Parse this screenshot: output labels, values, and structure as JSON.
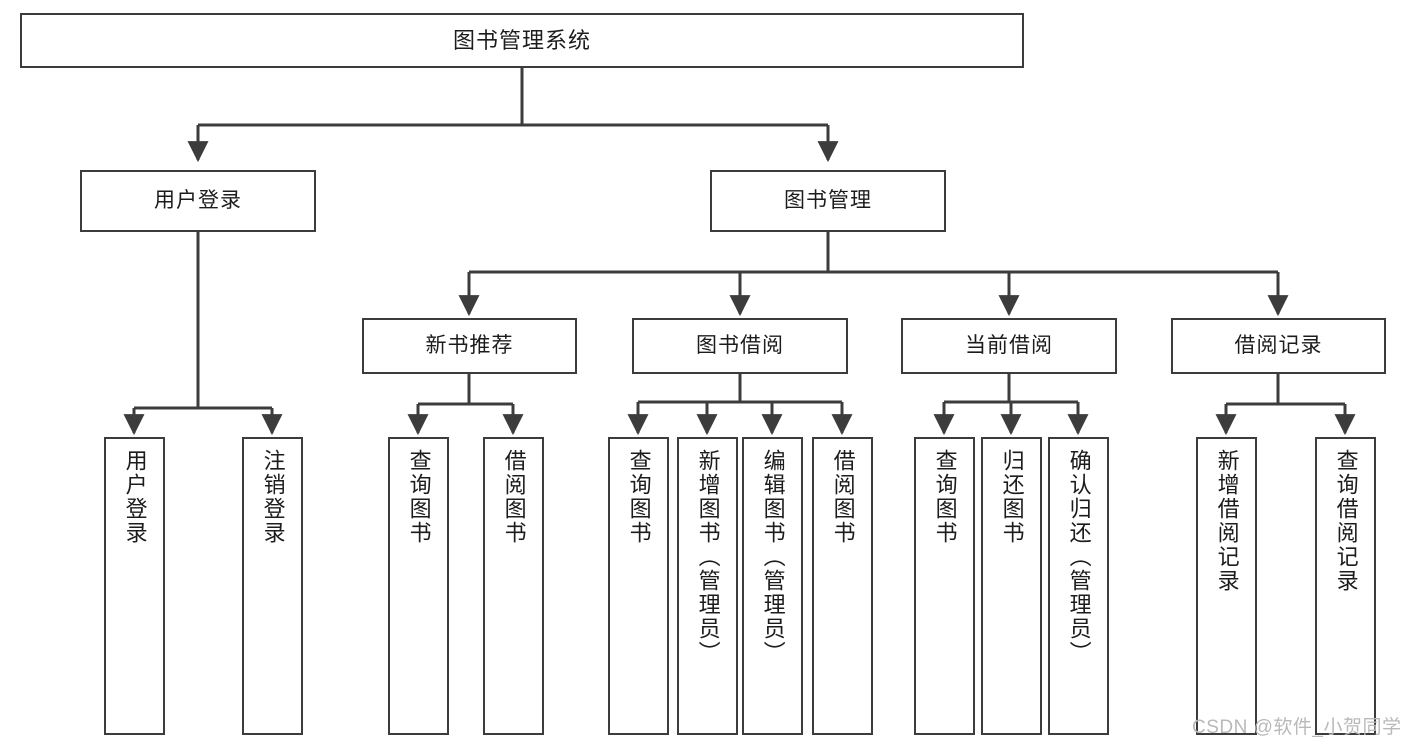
{
  "diagram": {
    "title": "图书管理系统",
    "watermark": "CSDN @软件_小贺同学",
    "colors": {
      "stroke": "#3c3c3c",
      "fill": "#ffffff",
      "text": "#1c1c1c",
      "watermark": "#b9b9b9"
    }
  },
  "nodes": {
    "root": {
      "label": "图书管理系统"
    },
    "level1": [
      {
        "label": "用户登录"
      },
      {
        "label": "图书管理"
      }
    ],
    "level2": [
      {
        "label": "新书推荐"
      },
      {
        "label": "图书借阅"
      },
      {
        "label": "当前借阅"
      },
      {
        "label": "借阅记录"
      }
    ],
    "leaves_user_login": [
      {
        "label": "用户登录"
      },
      {
        "label": "注销登录"
      }
    ],
    "leaves_new_book": [
      {
        "label": "查询图书"
      },
      {
        "label": "借阅图书"
      }
    ],
    "leaves_borrow": [
      {
        "label": "查询图书"
      },
      {
        "label": "新增图书（管理员）"
      },
      {
        "label": "编辑图书（管理员）"
      },
      {
        "label": "借阅图书"
      }
    ],
    "leaves_current": [
      {
        "label": "查询图书"
      },
      {
        "label": "归还图书"
      },
      {
        "label": "确认归还（管理员）"
      }
    ],
    "leaves_records": [
      {
        "label": "新增借阅记录"
      },
      {
        "label": "查询借阅记录"
      }
    ]
  }
}
